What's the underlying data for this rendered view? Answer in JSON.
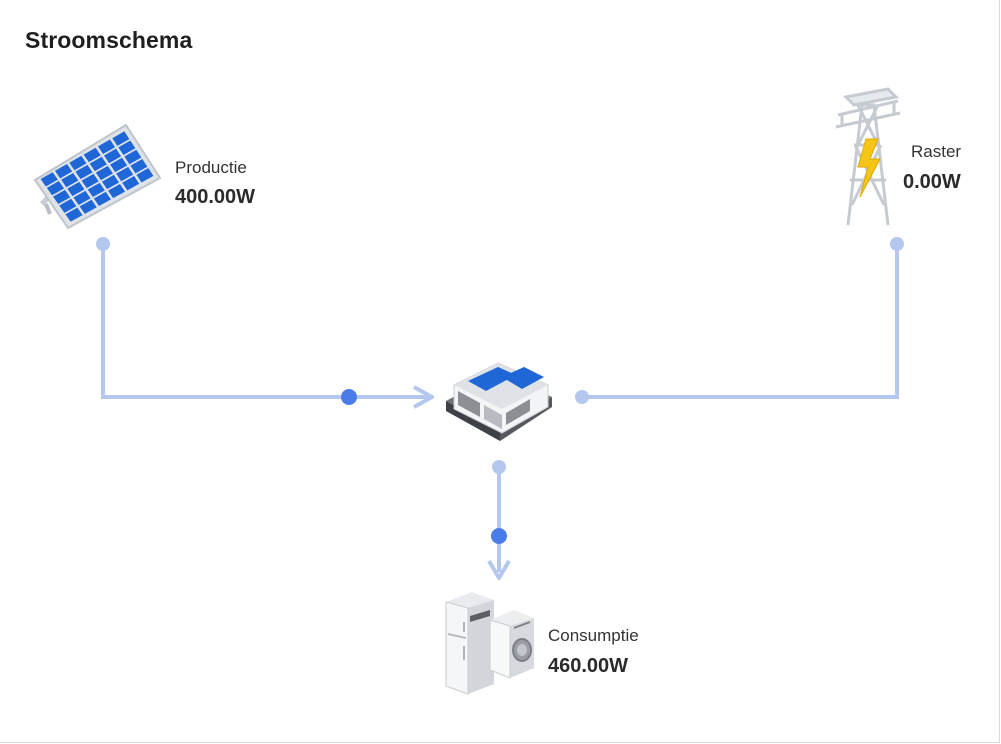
{
  "card": {
    "title": "Stroomschema"
  },
  "nodes": {
    "production": {
      "label": "Productie",
      "value": "400.00W",
      "icon": "solar-panel-icon"
    },
    "grid": {
      "label": "Raster",
      "value": "0.00W",
      "icon": "power-tower-icon"
    },
    "home": {
      "icon": "house-icon"
    },
    "consumption": {
      "label": "Consumptie",
      "value": "460.00W",
      "icon": "appliances-icon"
    }
  },
  "colors": {
    "line": "#b4c7ef",
    "dot_active": "#4a7be8",
    "panel_blue": "#1f66d6",
    "lightning": "#f5c518"
  }
}
